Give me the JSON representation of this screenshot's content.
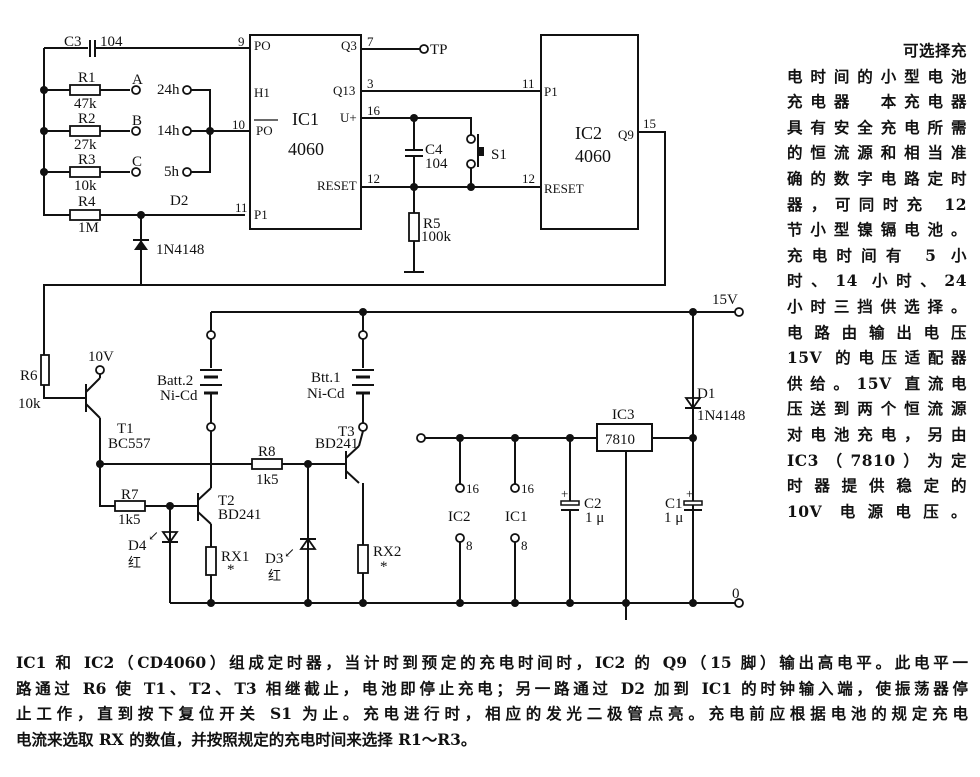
{
  "title": "可选择充电时间的小型电池充电器",
  "components": {
    "c3": {
      "name": "C3",
      "value": "104"
    },
    "r1": {
      "name": "R1",
      "value": "47k"
    },
    "r2": {
      "name": "R2",
      "value": "27k"
    },
    "r3": {
      "name": "R3",
      "value": "10k"
    },
    "r4": {
      "name": "R4",
      "value": "1M"
    },
    "r5": {
      "name": "R5",
      "value": "100k"
    },
    "r6": {
      "name": "R6",
      "value": "10k"
    },
    "r7": {
      "name": "R7",
      "value": "1k5"
    },
    "r8": {
      "name": "R8",
      "value": "1k5"
    },
    "rx1": {
      "name": "RX1",
      "value": "*"
    },
    "rx2": {
      "name": "RX2",
      "value": "*"
    },
    "c4": {
      "name": "C4",
      "value": "104"
    },
    "c1": {
      "name": "C1",
      "value": "1 μ"
    },
    "c2": {
      "name": "C2",
      "value": "1 μ"
    },
    "d1": {
      "name": "D1",
      "value": "1N4148"
    },
    "d2": {
      "name": "D2",
      "value": "1N4148"
    },
    "d3": {
      "name": "D3",
      "value": "红"
    },
    "d4": {
      "name": "D4",
      "value": "红"
    },
    "s1": {
      "name": "S1"
    },
    "t1": {
      "name": "T1",
      "value": "BC557"
    },
    "t2": {
      "name": "T2",
      "value": "BD241"
    },
    "t3": {
      "name": "T3",
      "value": "BD241"
    },
    "batt2": {
      "name": "Batt.2",
      "value": "Ni-Cd"
    },
    "batt1": {
      "name": "Btt.1",
      "value": "Ni-Cd"
    },
    "ic1": {
      "name": "IC1",
      "value": "4060",
      "pins": {
        "po": "PO",
        "h1": "H1",
        "po_bar": "PO",
        "p1": "P1",
        "q3": "Q3",
        "q13": "Q13",
        "uplus": "U+",
        "reset": "RESET"
      },
      "pin_numbers": {
        "p9": "9",
        "p10": "10",
        "p11": "11",
        "p7": "7",
        "p3": "3",
        "p16": "16",
        "p12": "12"
      }
    },
    "ic2": {
      "name": "IC2",
      "value": "4060",
      "pins": {
        "p1": "P1",
        "reset": "RESET",
        "q9": "Q9"
      },
      "pin_numbers": {
        "p11": "11",
        "p12": "12",
        "p15": "15"
      }
    },
    "ic3": {
      "name": "IC3",
      "value": "7810"
    }
  },
  "selector": {
    "switch_labels": [
      "A",
      "B",
      "C"
    ],
    "time_labels": [
      "24h",
      "14h",
      "5h"
    ]
  },
  "terminals": {
    "tp": "TP",
    "v10": "10V",
    "v15": "15V",
    "gnd": "0",
    "ic2_vdd": "16",
    "ic2_gnd": "8",
    "ic2_label": "IC2",
    "ic1_vdd": "16",
    "ic1_gnd": "8",
    "ic1_label": "IC1"
  },
  "side_text": [
    "可选择充",
    "电时间的小型电池",
    "充电器　本充电器",
    "具有安全充电所需",
    "的恒流源和相当准",
    "确的数字电路定时",
    "器，可同时充 12",
    "节小型镍镉电池。",
    "充电时间有 5 小",
    "时、14 小时、24",
    "小时三挡供选择。",
    "电路由输出电压",
    "15V 的电压适配器",
    "供给。15V 直流电",
    "压送到两个恒流源",
    "对电池充电，另由",
    "IC3（7810）为定",
    "时器提供稳定的",
    "10V 电源电压。"
  ],
  "bottom_text": [
    "IC1 和 IC2（CD4060）组成定时器，当计时到预定的充电时间时，IC2 的 Q9（15 脚）输出高电平。此电平一",
    "路通过 R6 使 T1、T2、T3 相继截止，电池即停止充电；另一路通过 D2 加到 IC1 的时钟输入端，使振荡器停",
    "止工作，直到按下复位开关 S1 为止。充电进行时，相应的发光二极管点亮。充电前应根据电池的规定充电",
    "电流来选取 RX 的数值，并按照规定的充电时间来选择 R1～R3。"
  ]
}
